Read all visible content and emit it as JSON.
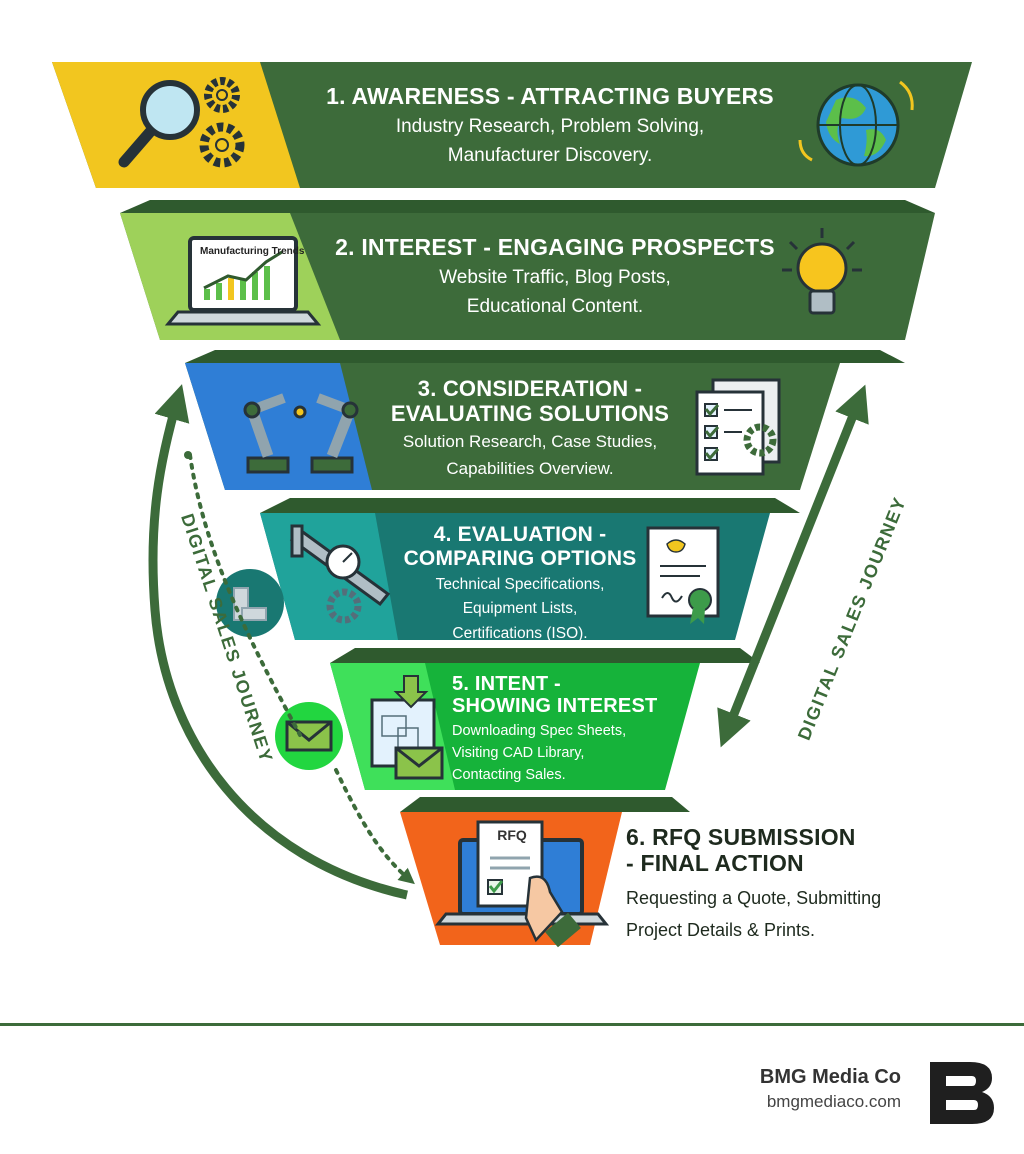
{
  "stages": [
    {
      "title": "1. AWARENESS - ATTRACTING BUYERS",
      "desc_1": "Industry Research, Problem Solving,",
      "desc_2": "Manufacturer Discovery."
    },
    {
      "title": "2. INTEREST - ENGAGING PROSPECTS",
      "desc_1": "Website Traffic, Blog Posts,",
      "desc_2": "Educational Content."
    },
    {
      "title_1": "3. CONSIDERATION -",
      "title_2": "EVALUATING SOLUTIONS",
      "desc_1": "Solution Research, Case Studies,",
      "desc_2": "Capabilities Overview."
    },
    {
      "title_1": "4. EVALUATION -",
      "title_2": "COMPARING OPTIONS",
      "desc_1": "Technical Specifications,",
      "desc_2": "Equipment Lists,",
      "desc_3": "Certifications (ISO)."
    },
    {
      "title_1": "5. INTENT -",
      "title_2": "SHOWING INTEREST",
      "desc_1": "Downloading Spec Sheets,",
      "desc_2": "Visiting CAD Library,",
      "desc_3": "Contacting Sales."
    },
    {
      "title_1": "6. RFQ SUBMISSION",
      "title_2": "- FINAL ACTION",
      "desc_1": "Requesting a Quote, Submitting",
      "desc_2": "Project Details & Prints."
    }
  ],
  "icon_labels": {
    "laptop_chart": "Manufacturing Trends",
    "rfq_doc": "RFQ"
  },
  "side_labels": {
    "left": "DIGITAL SALES JOURNEY",
    "right": "DIGITAL SALES JOURNEY"
  },
  "brand": {
    "name": "BMG Media Co",
    "url": "bmgmediaco.com"
  },
  "colors": {
    "band_dark": "#3d6b3a",
    "tab_1": "#f2c61f",
    "tab_2": "#9ed15a",
    "tab_3": "#2f7ed6",
    "band_4": "#197872",
    "tab_4": "#20a39b",
    "band_5": "#16b33a",
    "tab_5": "#3fe05a",
    "tab_6": "#f2641b",
    "arrow": "#3c6b3a"
  },
  "icons": [
    "magnifier-icon",
    "gears-icon",
    "globe-icon",
    "laptop-chart-icon",
    "lightbulb-icon",
    "robot-arms-icon",
    "checklist-icon",
    "caliper-icon",
    "certificate-icon",
    "blueprint-icon",
    "envelope-icon",
    "rfq-laptop-icon",
    "pipe-fitting-icon"
  ]
}
